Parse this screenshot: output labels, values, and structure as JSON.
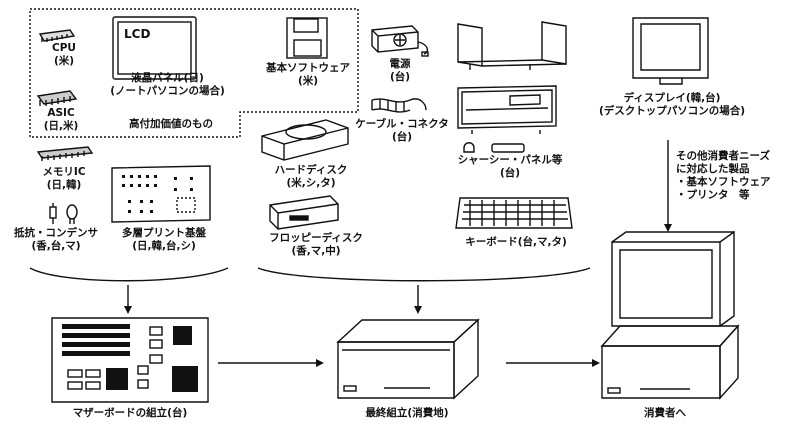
{
  "labels": {
    "cpu": "CPU",
    "cpu_origin": "(米)",
    "lcd_screen": "LCD",
    "lcd_panel": "液晶パネル(日)",
    "lcd_note": "(ノートパソコンの場合)",
    "asic": "ASIC",
    "asic_origin": "(日,米)",
    "high_value": "高付加価値のもの",
    "basic_software": "基本ソフトウェア",
    "basic_software_origin": "(米)",
    "memory_ic": "メモリIC",
    "memory_ic_origin": "(日,韓)",
    "resistor": "抵抗・コンデンサ",
    "resistor_origin": "(香,台,マ)",
    "pcb": "多層プリント基盤",
    "pcb_origin": "(日,韓,台,シ)",
    "power": "電源",
    "power_origin": "(台)",
    "cable": "ケーブル・コネクタ",
    "cable_origin": "(台)",
    "hdd": "ハードディスク",
    "hdd_origin": "(米,シ,タ)",
    "chassis": "シャーシー・パネル等",
    "chassis_origin": "(台)",
    "fdd": "フロッピーディスク",
    "fdd_origin": "(香,マ,中)",
    "keyboard": "キーボード(台,マ,タ)",
    "display": "ディスプレイ(韓,台)",
    "display_note": "(デスクトップパソコンの場合)",
    "other_line1": "その他消費者ニーズ",
    "other_line2": "に対応した製品",
    "other_line3": "・基本ソフトウェア",
    "other_line4": "・プリンタ　等",
    "motherboard_assembly": "マザーボードの組立(台)",
    "final_assembly": "最終組立(消費地)",
    "to_consumer": "消費者へ"
  }
}
